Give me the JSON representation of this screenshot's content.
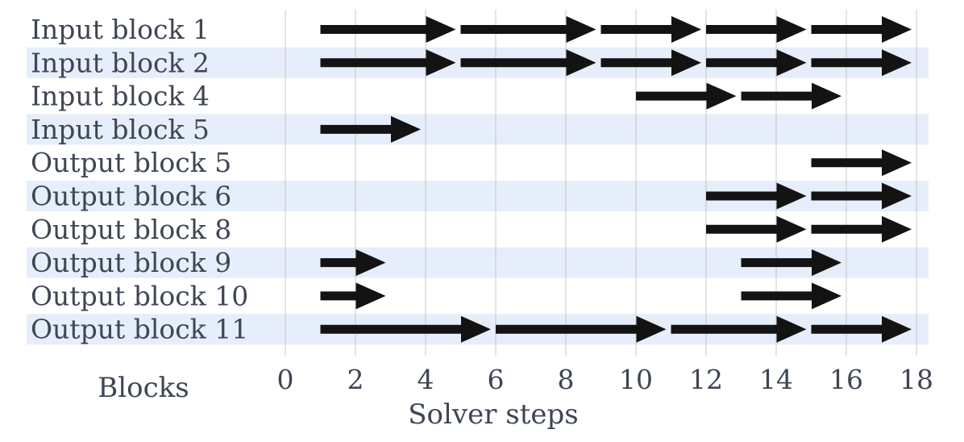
{
  "chart_data": {
    "type": "gantt-arrows",
    "title": "",
    "xlabel": "Solver steps",
    "ylabel": "Blocks",
    "xlim": [
      0,
      18
    ],
    "x_ticks": [
      0,
      2,
      4,
      6,
      8,
      10,
      12,
      14,
      16,
      18
    ],
    "grid": "vertical gridlines at every x tick",
    "legend": "none",
    "rows": [
      {
        "label": "Input block 1",
        "striped": false,
        "arrows": [
          [
            1,
            5
          ],
          [
            5,
            9
          ],
          [
            9,
            12
          ],
          [
            12,
            15
          ],
          [
            15,
            18
          ]
        ]
      },
      {
        "label": "Input block 2",
        "striped": true,
        "arrows": [
          [
            1,
            5
          ],
          [
            5,
            9
          ],
          [
            9,
            12
          ],
          [
            12,
            15
          ],
          [
            15,
            18
          ]
        ]
      },
      {
        "label": "Input block 4",
        "striped": false,
        "arrows": [
          [
            10,
            13
          ],
          [
            13,
            16
          ]
        ]
      },
      {
        "label": "Input block 5",
        "striped": true,
        "arrows": [
          [
            1,
            4
          ]
        ]
      },
      {
        "label": "Output block 5",
        "striped": false,
        "arrows": [
          [
            15,
            18
          ]
        ]
      },
      {
        "label": "Output block 6",
        "striped": true,
        "arrows": [
          [
            12,
            15
          ],
          [
            15,
            18
          ]
        ]
      },
      {
        "label": "Output block 8",
        "striped": false,
        "arrows": [
          [
            12,
            15
          ],
          [
            15,
            18
          ]
        ]
      },
      {
        "label": "Output block 9",
        "striped": true,
        "arrows": [
          [
            1,
            3
          ],
          [
            13,
            16
          ]
        ]
      },
      {
        "label": "Output block 10",
        "striped": false,
        "arrows": [
          [
            1,
            3
          ],
          [
            13,
            16
          ]
        ]
      },
      {
        "label": "Output block 11",
        "striped": true,
        "arrows": [
          [
            1,
            6
          ],
          [
            6,
            11
          ],
          [
            11,
            15
          ],
          [
            15,
            18
          ]
        ]
      }
    ],
    "colors": {
      "arrow": "#131313",
      "stripe": "#e5eefa",
      "gridline": "#b4ada1",
      "text": "#3e4653",
      "background": "#ffffff"
    }
  }
}
